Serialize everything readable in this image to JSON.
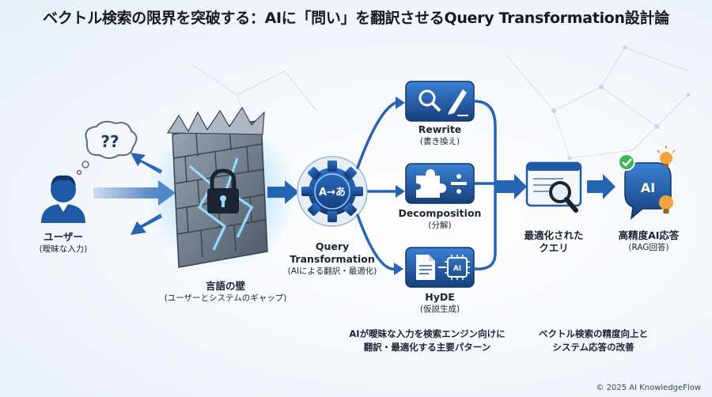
{
  "title": "ベクトル検索の限界を突破する：AIに「問い」を翻訳させるQuery Transformation設計論",
  "nodes": {
    "user": {
      "label": "ユーザー",
      "sub": "(曖昧な入力)",
      "bubble": "??"
    },
    "wall": {
      "label": "言語の壁",
      "sub": "(ユーザーとシステムのギャップ)"
    },
    "qt": {
      "label_line1": "Query",
      "label_line2": "Transformation",
      "sub": "(AIによる翻訳・最適化)",
      "gear_text": "A→あ"
    },
    "rewrite": {
      "label": "Rewrite",
      "sub": "(書き換え)"
    },
    "decomposition": {
      "label": "Decomposition",
      "sub": "(分解)"
    },
    "hyde": {
      "label": "HyDE",
      "sub": "(仮説生成)",
      "doc_badge": "AI"
    },
    "optimized": {
      "label_line1": "最適化された",
      "label_line2": "クエリ"
    },
    "answer": {
      "label": "高精度AI応答",
      "sub": "(RAG回答)",
      "icon_text": "AI"
    }
  },
  "notes": {
    "patterns": {
      "line1": "AIが曖昧な入力を検索エンジン向けに",
      "line2": "翻訳・最適化する主要パターン"
    },
    "improvement": {
      "line1": "ベクトル検索の精度向上と",
      "line2": "システム応答の改善"
    }
  },
  "copyright": "© 2025 AI KnowledgeFlow",
  "colors": {
    "primary": "#1f5aa6",
    "dark": "#163f7a",
    "accent": "#3a82d4",
    "glow": "#7fd0ff",
    "orange": "#f2a33a",
    "green": "#3cb55a"
  }
}
